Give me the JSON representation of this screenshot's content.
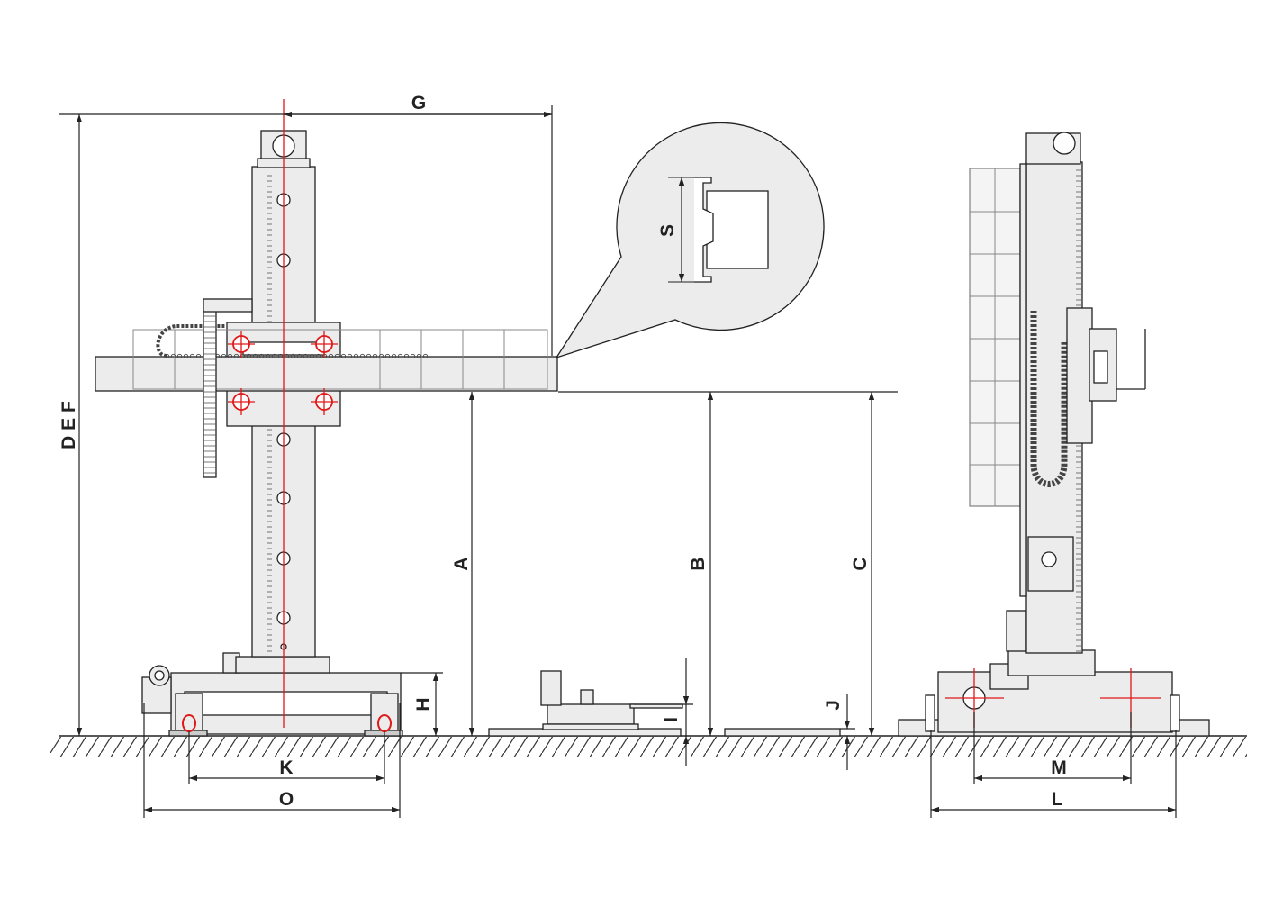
{
  "labels": {
    "G": "G",
    "DEF": "D E F",
    "S": "S",
    "A": "A",
    "B": "B",
    "C": "C",
    "H": "H",
    "I": "I",
    "J": "J",
    "K": "K",
    "O": "O",
    "M": "M",
    "L": "L"
  },
  "colors": {
    "line": "#222222",
    "fill": "#ececec",
    "centerline": "#e01818",
    "hatch": "#333333"
  }
}
